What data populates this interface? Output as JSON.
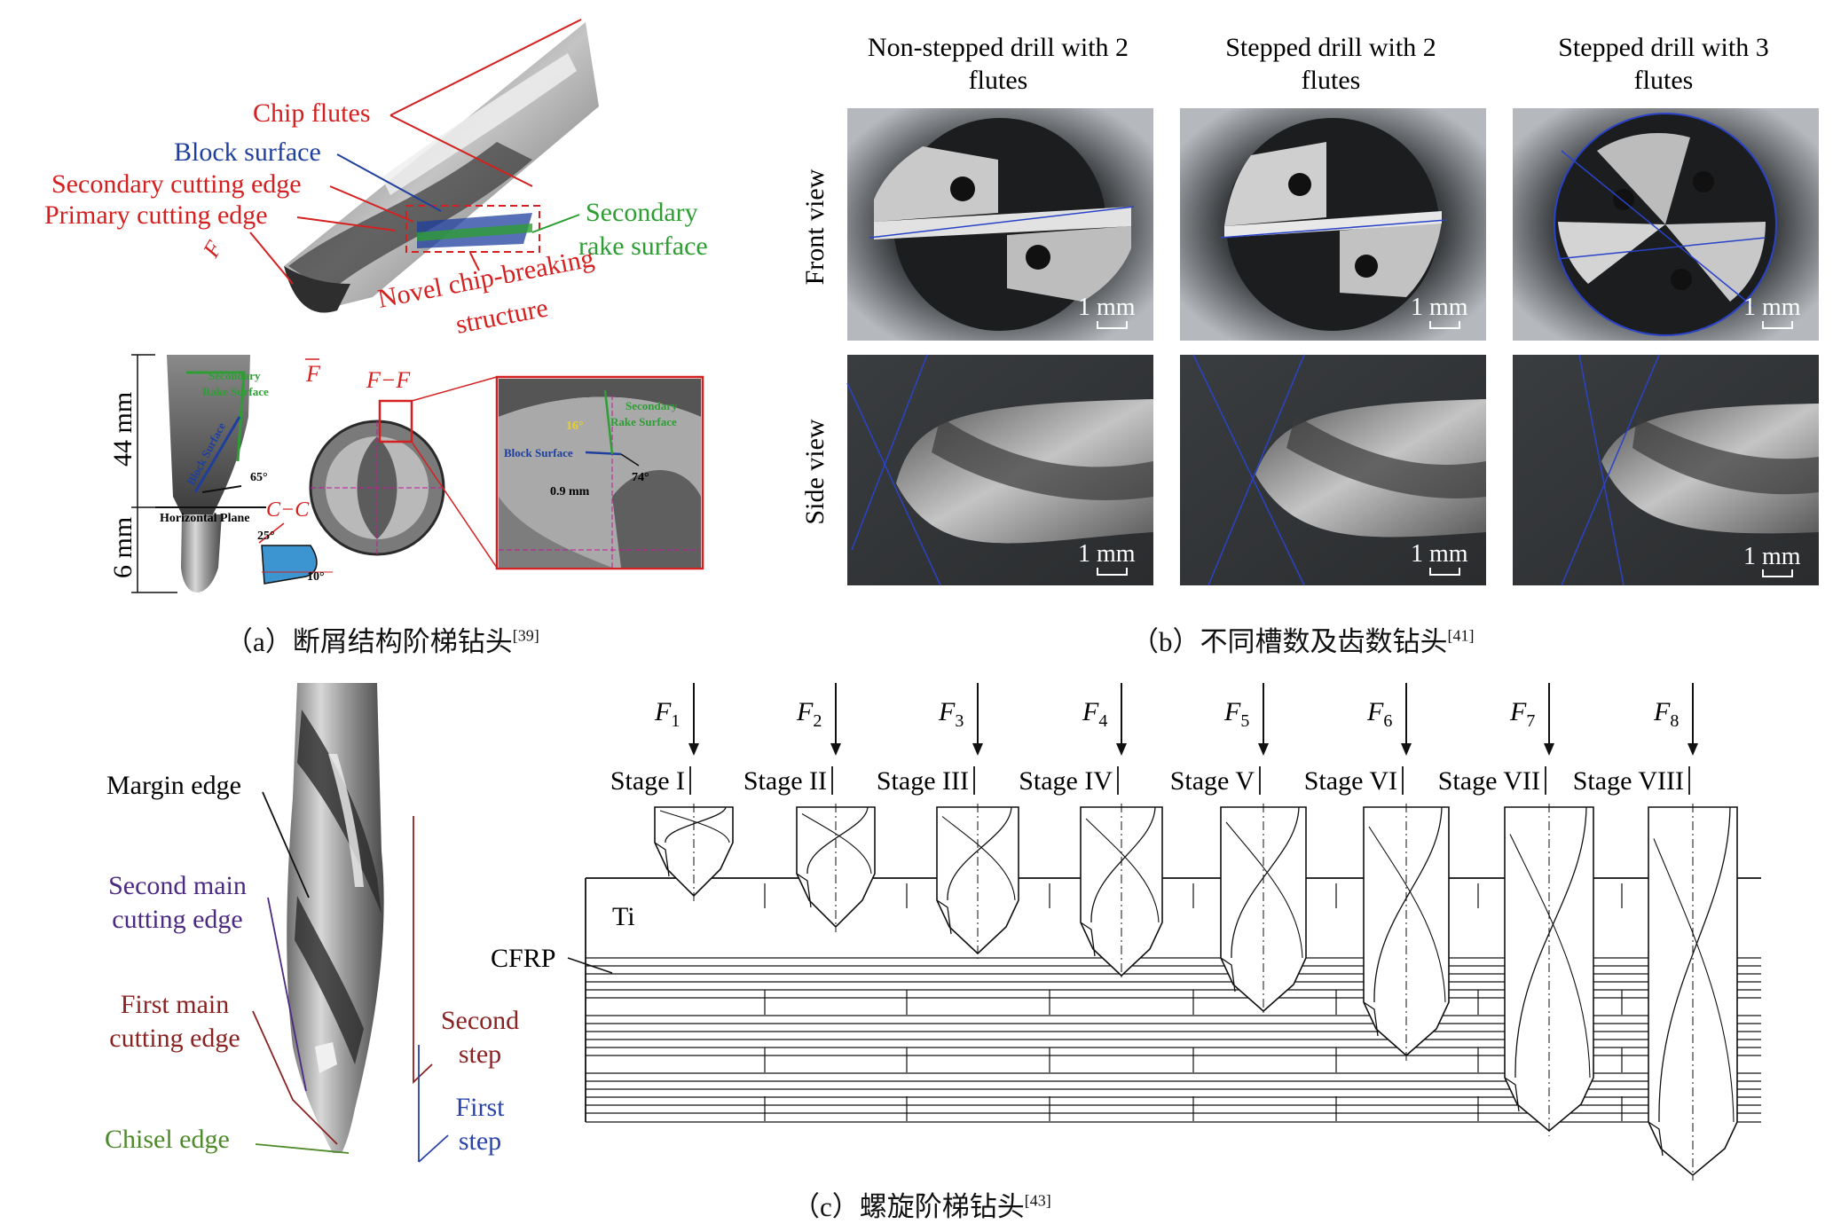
{
  "panel_a": {
    "labels": {
      "chip_flutes": "Chip flutes",
      "block_surface": "Block surface",
      "secondary_cutting_edge": "Secondary cutting edge",
      "primary_cutting_edge": "Primary cutting edge",
      "secondary_rake_l1": "Secondary",
      "secondary_rake_l2": "rake surface",
      "novel_l1": "Novel chip-breaking",
      "novel_l2": "structure",
      "f_marker": "F",
      "dim_44": "44 mm",
      "dim_6": "6 mm",
      "horizontal_plane": "Horizontal Plane",
      "cc": "C−C",
      "ff": "F−F",
      "secondary_rake_small_l1": "Secondary",
      "secondary_rake_small_l2": "Rake Surface",
      "block_surface_small": "Block Surface",
      "angle_65": "65°",
      "angle_25": "25°",
      "angle_10": "10°",
      "angle_16": "16°",
      "angle_74": "74°",
      "dim_09": "0.9 mm"
    },
    "caption": {
      "text": "（a）断屑结构阶梯钻头",
      "ref": "[39]"
    }
  },
  "panel_b": {
    "columns": [
      "Non-stepped drill with 2 flutes",
      "Stepped drill with 2 flutes",
      "Stepped drill with 3 flutes"
    ],
    "column_lines": [
      [
        "Non-stepped drill with 2",
        "flutes"
      ],
      [
        "Stepped drill with 2",
        "flutes"
      ],
      [
        "Stepped drill with 3",
        "flutes"
      ]
    ],
    "rows": [
      "Front view",
      "Side view"
    ],
    "scale_bar": "1 mm",
    "caption": {
      "text": "（b）不同槽数及齿数钻头",
      "ref": "[41]"
    }
  },
  "panel_c": {
    "labels": {
      "margin_edge": "Margin edge",
      "second_main_l1": "Second main",
      "second_main_l2": "cutting edge",
      "first_main_l1": "First main",
      "first_main_l2": "cutting edge",
      "chisel_edge": "Chisel edge",
      "second_step_l1": "Second",
      "second_step_l2": "step",
      "first_step_l1": "First",
      "first_step_l2": "step",
      "ti": "Ti",
      "cfrp": "CFRP"
    },
    "forces": [
      {
        "symbol": "F",
        "sub": "1"
      },
      {
        "symbol": "F",
        "sub": "2"
      },
      {
        "symbol": "F",
        "sub": "3"
      },
      {
        "symbol": "F",
        "sub": "4"
      },
      {
        "symbol": "F",
        "sub": "5"
      },
      {
        "symbol": "F",
        "sub": "6"
      },
      {
        "symbol": "F",
        "sub": "7"
      },
      {
        "symbol": "F",
        "sub": "8"
      }
    ],
    "stages": [
      "Stage I",
      "Stage II",
      "Stage III",
      "Stage IV",
      "Stage V",
      "Stage VI",
      "Stage VII",
      "Stage VIII"
    ],
    "caption": {
      "text": "（c）螺旋阶梯钻头",
      "ref": "[43]"
    }
  },
  "colors": {
    "red": "#d42020",
    "blue": "#1f3f9e",
    "green": "#2e9e34",
    "purple": "#4b2a82",
    "darkred": "#8a2222",
    "olive": "#4e8a2a",
    "stepblue": "#2a43a8"
  }
}
